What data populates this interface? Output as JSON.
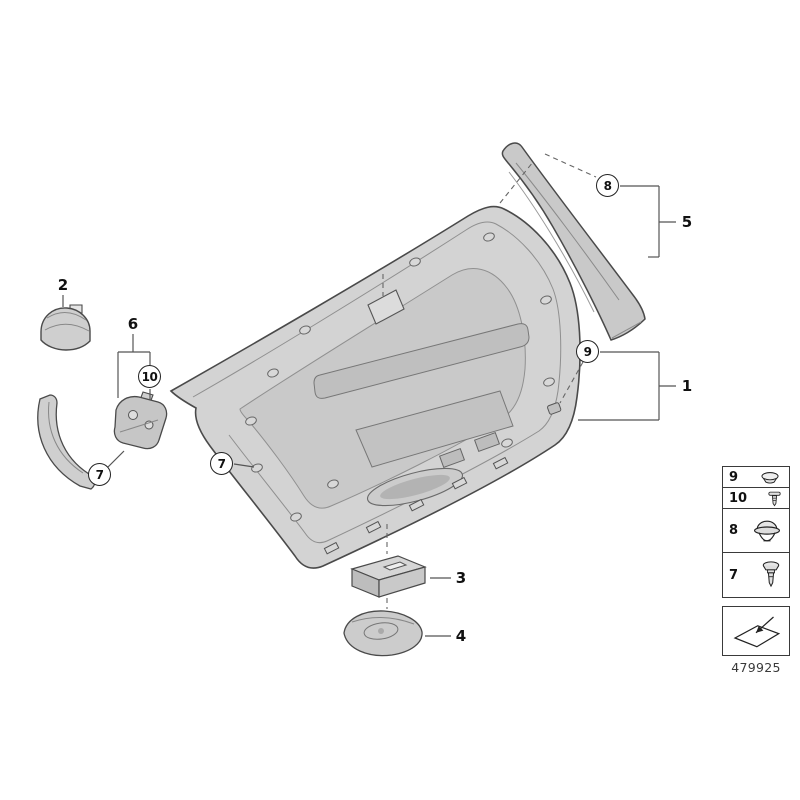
{
  "colors": {
    "background": "#ffffff",
    "part_fill": "#c9c9c9",
    "part_fill_light": "#d6d6d6",
    "part_fill_dark": "#b0b0b0",
    "outline": "#4a4a4a",
    "leader_line": "#555555",
    "label_text": "#111111",
    "legend_border": "#3a3a3a"
  },
  "callouts": {
    "item1": "1",
    "item2": "2",
    "item3": "3",
    "item4": "4",
    "item5": "5",
    "item6": "6",
    "item7_left": "7",
    "item7_mid": "7",
    "item8": "8",
    "item9": "9",
    "item10": "10"
  },
  "legend": {
    "rows": [
      {
        "label": "9",
        "icon": "grommet-fastener-icon"
      },
      {
        "label": "10",
        "icon": "expanding-rivet-icon"
      },
      {
        "label": "8",
        "icon": "push-button-clip-icon"
      },
      {
        "label": "7",
        "icon": "expansion-rivet-icon"
      }
    ],
    "footer_icon": "view-direction-arrow-icon",
    "diagram_number": "479925"
  }
}
